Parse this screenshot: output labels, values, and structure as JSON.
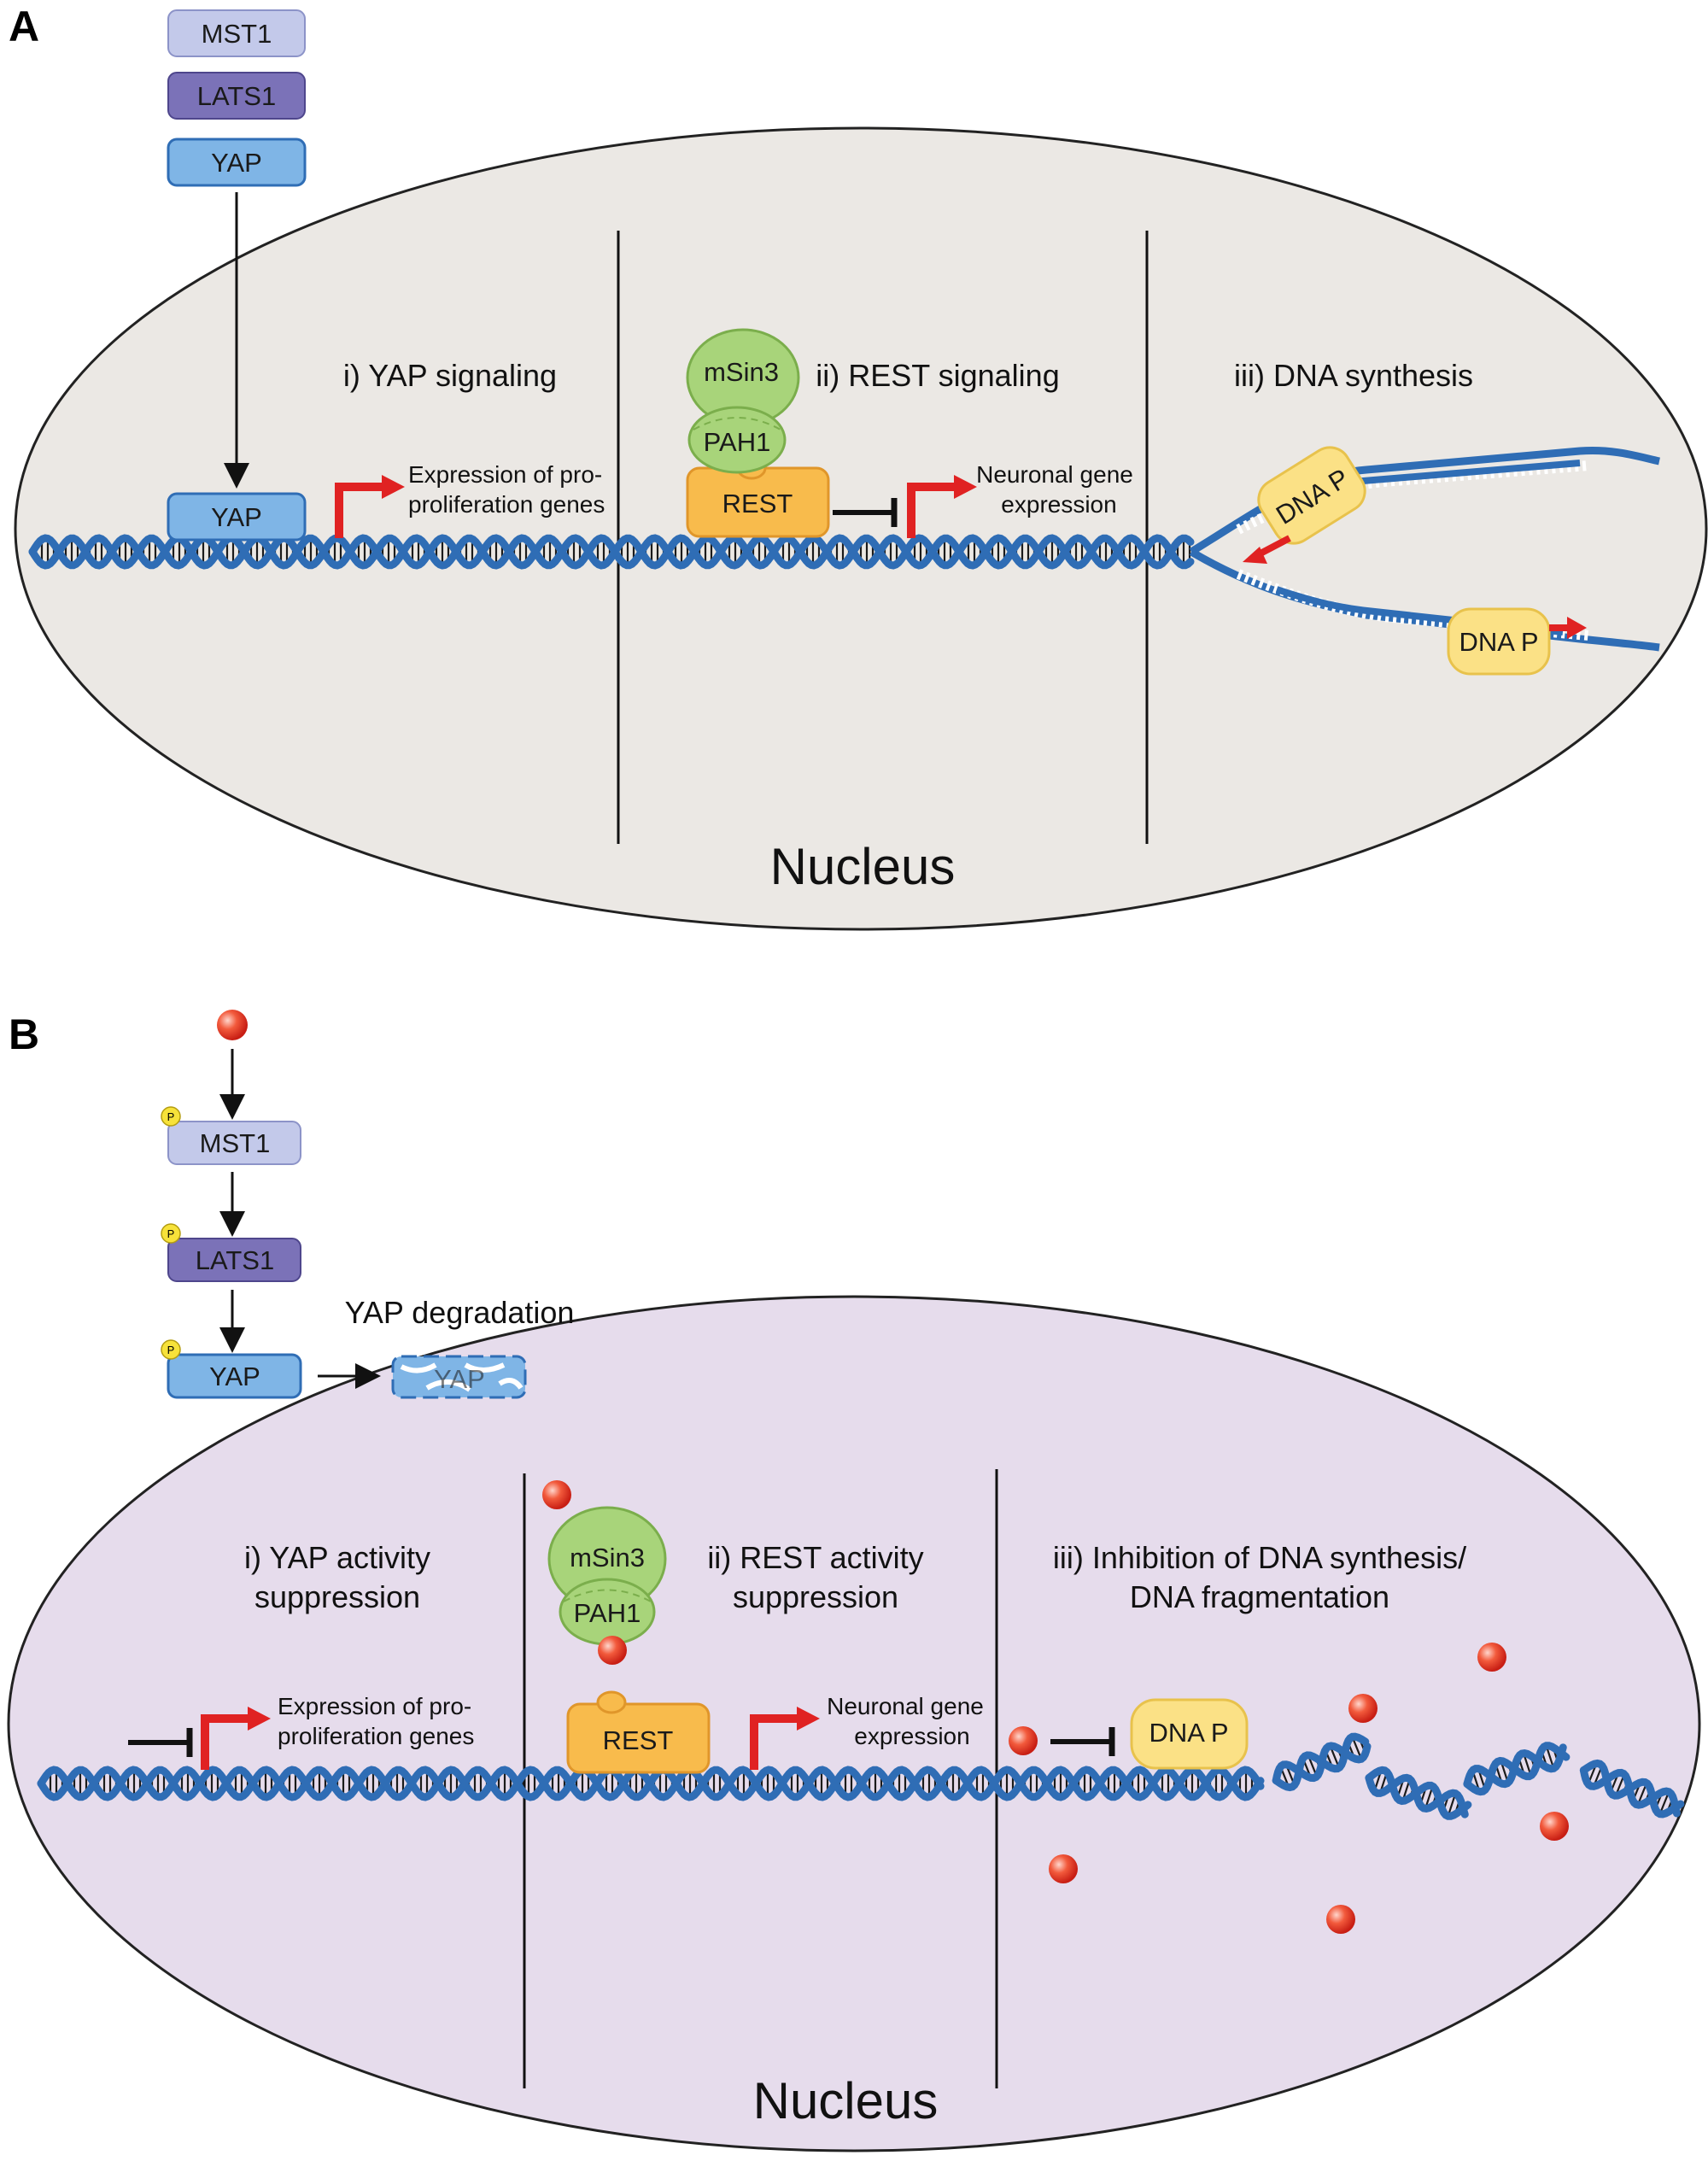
{
  "colors": {
    "nucleus_a": "#ebe8e4",
    "nucleus_b": "#e6dcec",
    "dna_blue": "#2f6db5",
    "mst1": "#c3c9ea",
    "lats1": "#7b72b8",
    "yap": "#7fb5e6",
    "rest": "#f8bb4c",
    "msin3": "#a8d47a",
    "dna_p": "#fbe186",
    "red_arrow": "#e02222",
    "ros": "#e6402a"
  },
  "panel_a": {
    "letter": "A",
    "mst1": "MST1",
    "lats1": "LATS1",
    "yap_top": "YAP",
    "yap_dna": "YAP",
    "section1": "i) YAP signaling",
    "section2": "ii) REST signaling",
    "section3": "iii) DNA synthesis",
    "expr1_line1": "Expression of pro-",
    "expr1_line2": "proliferation genes",
    "msin3": "mSin3",
    "pah1": "PAH1",
    "rest": "REST",
    "neur_line1": "Neuronal gene",
    "neur_line2": "expression",
    "dnap1": "DNA P",
    "dnap2": "DNA P",
    "nucleus": "Nucleus"
  },
  "panel_b": {
    "letter": "B",
    "p_badge": "P",
    "mst1": "MST1",
    "lats1": "LATS1",
    "yap": "YAP",
    "yap_deg_label": "YAP degradation",
    "yap_deg_box": "YAP",
    "section1_line1": "i) YAP activity",
    "section1_line2": "suppression",
    "section2_line1": "ii) REST activity",
    "section2_line2": "suppression",
    "section3_line1": "iii) Inhibition of DNA synthesis/",
    "section3_line2": "DNA fragmentation",
    "msin3": "mSin3",
    "pah1": "PAH1",
    "rest": "REST",
    "expr1_line1": "Expression of pro-",
    "expr1_line2": "proliferation genes",
    "neur_line1": "Neuronal gene",
    "neur_line2": "expression",
    "dnap": "DNA P",
    "nucleus": "Nucleus"
  }
}
